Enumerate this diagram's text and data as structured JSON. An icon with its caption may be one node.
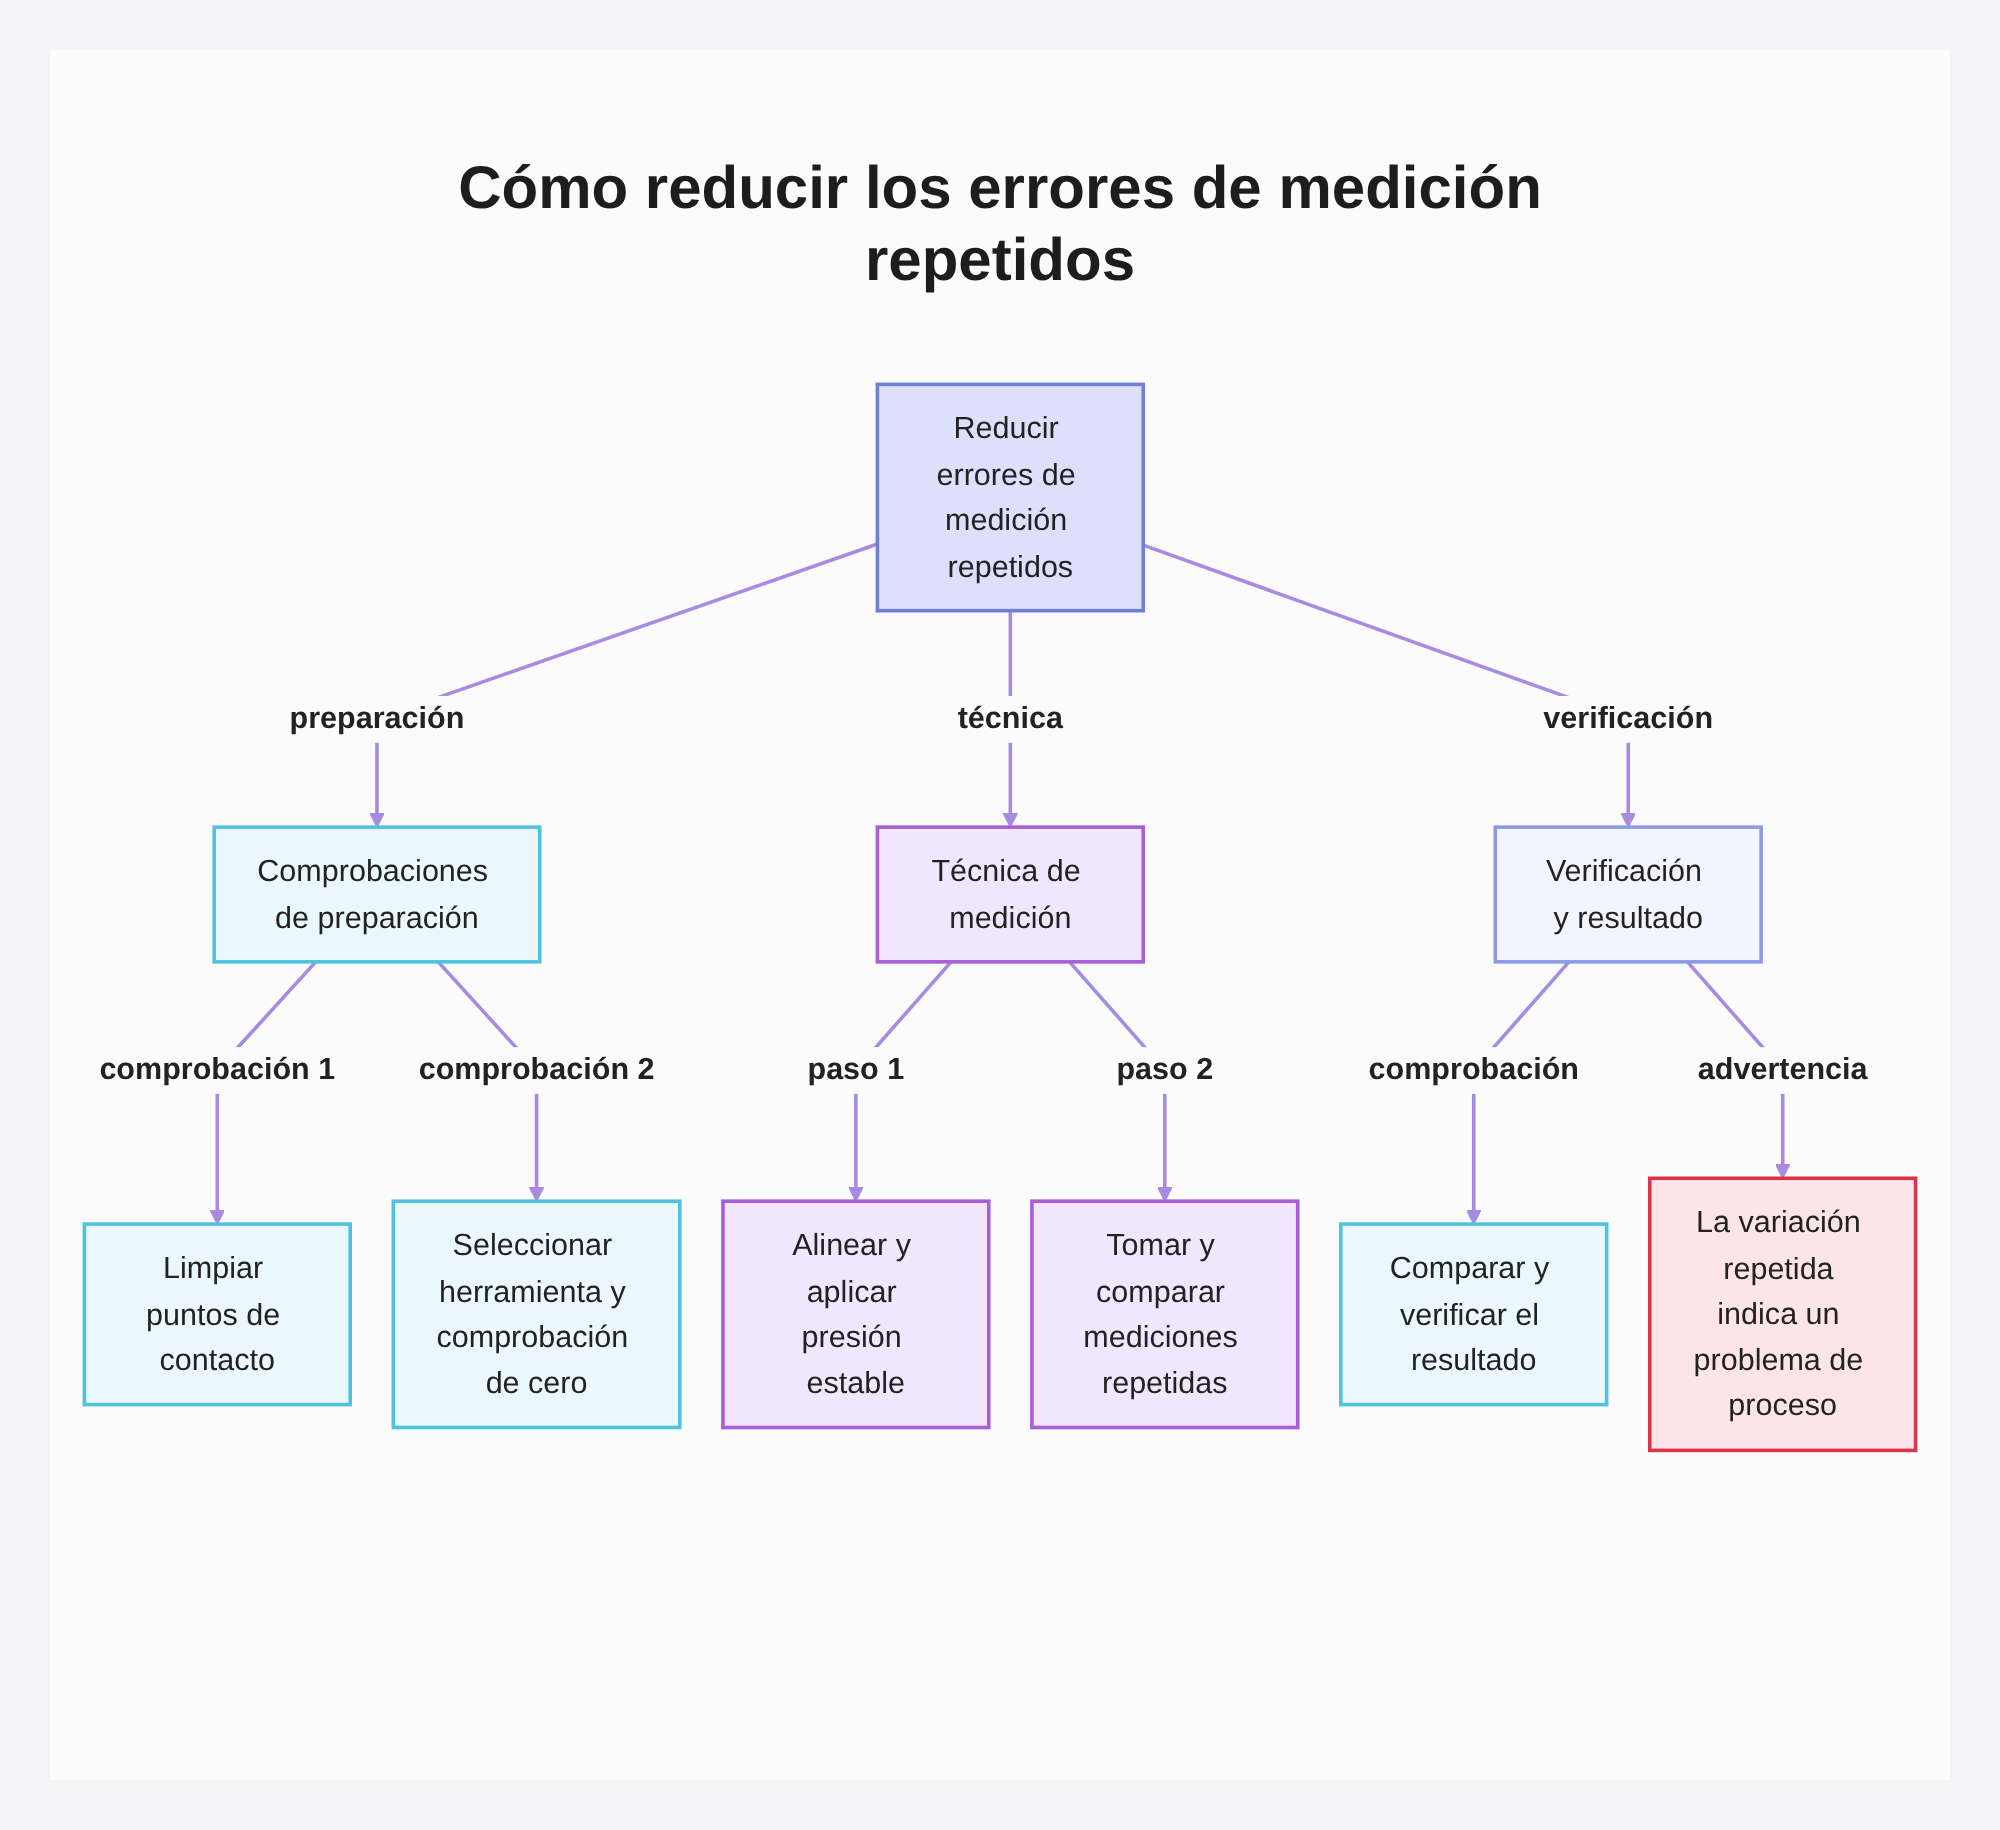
{
  "diagram": {
    "title": "Cómo reducir los errores de medición repetidos",
    "nodes": [
      {
        "text": [
          "Reducir errores de medición repetidos"
        ]
      },
      {
        "text": [
          "Comprobaciones de preparación"
        ]
      },
      {
        "text": [
          "Técnica de medición"
        ]
      },
      {
        "text": [
          "Verificación y resultado"
        ]
      },
      {
        "text": [
          "Limpiar puntos de contacto"
        ]
      },
      {
        "text": [
          "Seleccionar herramienta y comprobación de cero"
        ]
      },
      {
        "text": [
          "Alinear y aplicar presión estable"
        ]
      },
      {
        "text": [
          "Tomar y comparar mediciones repetidas"
        ]
      },
      {
        "text": [
          "Comparar y verificar el resultado"
        ]
      },
      {
        "text": [
          "La variación repetida indica un problema de proceso"
        ]
      }
    ],
    "edges": [
      {
        "from": 0,
        "to": 1,
        "arrow": "to",
        "label": "preparación"
      },
      {
        "from": 0,
        "to": 2,
        "arrow": "to",
        "label": "técnica"
      },
      {
        "from": 0,
        "to": 3,
        "arrow": "to",
        "label": "verificación"
      },
      {
        "from": 1,
        "to": 4,
        "arrow": "to",
        "label": "comprobación 1"
      },
      {
        "from": 1,
        "to": 5,
        "arrow": "to",
        "label": "comprobación 2"
      },
      {
        "from": 2,
        "to": 6,
        "arrow": "to",
        "label": "paso 1"
      },
      {
        "from": 2,
        "to": 7,
        "arrow": "to",
        "label": "paso 2"
      },
      {
        "from": 3,
        "to": 8,
        "arrow": "to",
        "label": "comprobación"
      },
      {
        "from": 3,
        "to": 9,
        "arrow": "to",
        "label": "advertencia"
      }
    ]
  }
}
